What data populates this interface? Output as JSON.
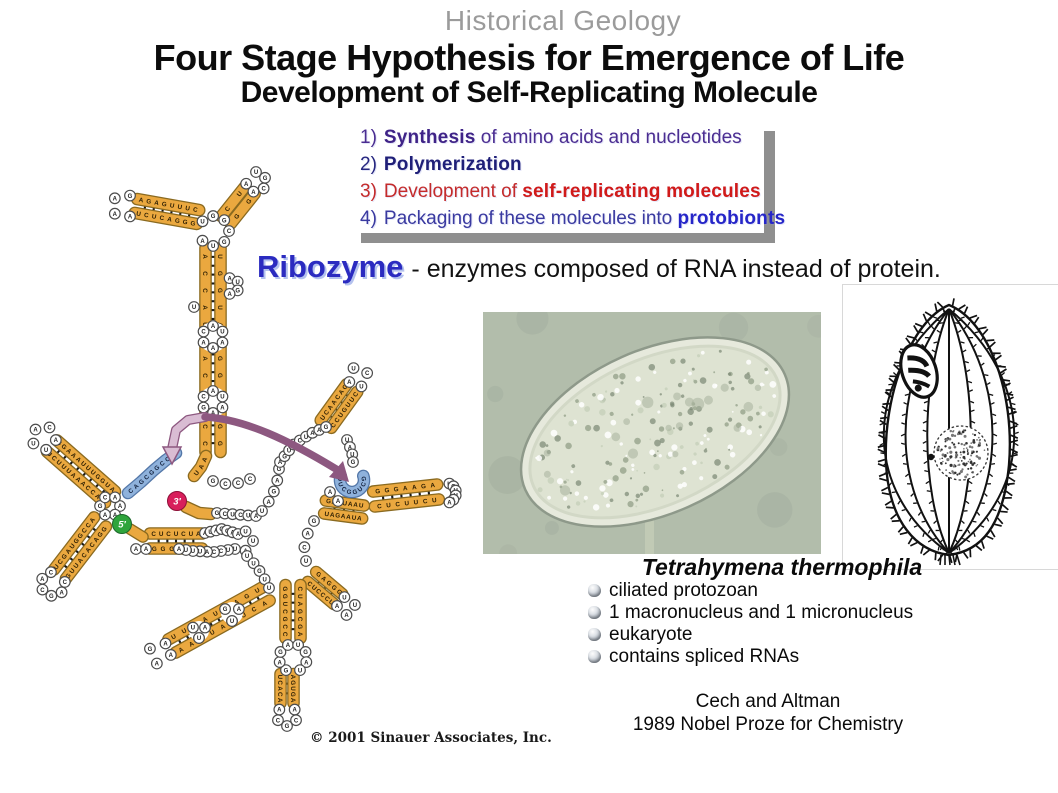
{
  "slide": {
    "kicker": "Historical Geology",
    "title": "Four Stage Hypothesis for Emergence of Life",
    "subtitle": "Development of Self-Replicating Molecule"
  },
  "stages": {
    "items": [
      {
        "num": "1)",
        "pre": "",
        "bold": "Synthesis",
        "post": " of amino acids and nucleotides",
        "color": "#4B2D91",
        "bold_color": "#3F2387"
      },
      {
        "num": "2)",
        "pre": "",
        "bold": "Polymerization",
        "post": "",
        "color": "#26267F",
        "bold_color": "#1F1F78"
      },
      {
        "num": "3)",
        "pre": "Development of ",
        "bold": "self-replicating molecules",
        "post": "",
        "color": "#C42B2B",
        "bold_color": "#D01A1A"
      },
      {
        "num": "4)",
        "pre": "Packaging of these molecules into ",
        "bold": "protobionts",
        "post": "",
        "color": "#3A3AA0",
        "bold_color": "#2626C8"
      }
    ]
  },
  "ribozyme": {
    "term": "Ribozyme",
    "definition": "- enzymes composed of RNA instead of protein.",
    "term_color": "#2B2BC0"
  },
  "specimen": {
    "name": "Tetrahymena thermophila",
    "bullets": [
      "ciliated protozoan",
      "1 macronucleus and 1 micronucleus",
      "eukaryote",
      "contains spliced RNAs"
    ],
    "credit_line1": "Cech and Altman",
    "credit_line2": "1989 Nobel Proze for Chemistry"
  },
  "rna_diagram": {
    "copyright": "© 2001 Sinauer Associates, Inc.",
    "five_prime_label": "5′",
    "three_prime_label": "3′",
    "five_prime_color": "#2FA43C",
    "three_prime_color": "#D81E5B",
    "strand_color": "#EAA83F",
    "strand_edge_color": "#8A6A20",
    "highlight_color": "#8FB2DC",
    "highlight_edge_color": "#5377A8",
    "arrow_color": "#8D5880",
    "arrow_light_color": "#D9BCD3",
    "sequences": {
      "arm1_top": "CUUUGAGA",
      "arm1_bottom": "GGGACUCU",
      "arm1_loop": "AAAG",
      "arm2_top": "CU",
      "arm2_bottom": "GG",
      "arm2_loop": "UGCAA",
      "junction_loop": "UGGCGUA",
      "main_left": "ACCAUGACUGCC",
      "main_right": "UGGUACGGACGG",
      "main_bulge_right": "AUGA",
      "main_bulge_left": "U",
      "main_loop1": "GACAUAA",
      "main_loop2": "AGCAUAA",
      "arm3_top": "AUGGUUUAAAGG",
      "arm3_bottom": "UACCAAAUUUCU",
      "arm3_loop": "UUACA",
      "arm4_top": "ACCGGUAGCU",
      "arm4_bottom": "GGACACAUUG",
      "arm4_loop": "CAGCAC",
      "junction2": "AAAGCA",
      "hstem_top": "CUCUCUA",
      "hstem_bottom": "GGGAGG",
      "hstem_pre": "AA",
      "hstem_top_ext": "AUAGCAA",
      "hstem_loop": "UUA",
      "hstem_bottom_ext": "UUCCAUUUA",
      "three_prime_tail": "GCUCUA",
      "tail_ext": "UAGAG",
      "blue_guide": "CAGCGGCCA",
      "blue_elbow": "AAU",
      "gccc": "GCCC",
      "loop_chain_right": "AGUCCUAAG",
      "arm5_bottom": "CCUGUUC",
      "arm5_top": "UCAACAG",
      "arm5_loop": "AUCU",
      "arm5_tail": "UAUG",
      "blue_active_site": "GUCGGUCG",
      "blue_site_flank": "AA",
      "arm6_top": "GGGAAGA",
      "arm6_bottom": "CUCUUCU",
      "arm6_loop": "UGUUAA",
      "pair7_top": "GACUAAU",
      "pair7_bottom": "UAGAAUA",
      "chain_q": "GACU",
      "arm8_top": "CUCCCU",
      "arm8_bottom": "GAGGG",
      "arm8_loop": "UUAA",
      "stem9_left": "GGUCGCC",
      "stem9_right": "CUAGCGA",
      "stem9_loop": "GAGAUGAU",
      "stem10_left": "UCACA",
      "stem10_right": "AGUGA",
      "stem10_loop": "ACGCA",
      "stem11_top": "UGAUUAGUU",
      "stem11_bottom": "ACUAAUCAA",
      "stem11_loop": "AAGA",
      "stem11_bulge1": "UGAU",
      "stem11_bulge2": "GUAU",
      "connector": "UUGUU"
    }
  }
}
